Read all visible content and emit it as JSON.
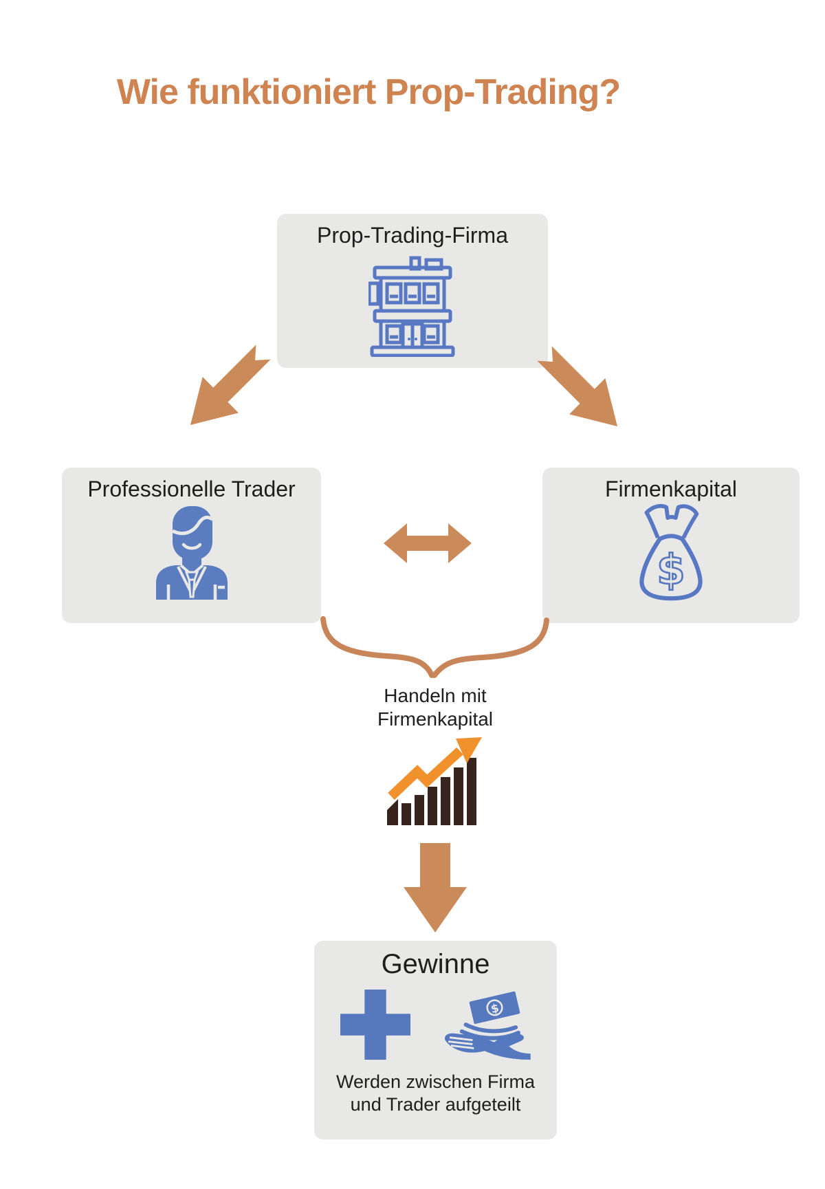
{
  "title": "Wie funktioniert Prop-Trading?",
  "nodes": {
    "firm": {
      "label": "Prop-Trading-Firma",
      "icon": "building-icon"
    },
    "trader": {
      "label": "Professionelle Trader",
      "icon": "trader-person-icon"
    },
    "capital": {
      "label": "Firmenkapital",
      "icon": "money-bag-icon"
    },
    "profits": {
      "label": "Gewinne",
      "icons": [
        "plus-icon",
        "hand-receiving-money-icon"
      ],
      "subtext": [
        "Werden zwischen Firma",
        "und Trader aufgeteilt"
      ]
    }
  },
  "annotations": {
    "brace_label": [
      "Handeln mit",
      "Firmenkapital"
    ],
    "connectors": [
      "arrow-down-left",
      "arrow-down-right",
      "double-horizontal-arrow",
      "curly-brace-down",
      "growth-chart-icon",
      "arrow-down"
    ]
  },
  "colors": {
    "background": "#FFFFFF",
    "title_orange": "#CE8351",
    "arrow_orange": "#CB8A5A",
    "brace_orange": "#C9855A",
    "growth_arrow_orange": "#F0912B",
    "chart_bar_brown": "#38241F",
    "icon_blue_solid": "#5B7CBE",
    "icon_blue_outline": "#5878C3",
    "node_gray": "#E8E8E7",
    "text_black": "#1E1E1E"
  }
}
